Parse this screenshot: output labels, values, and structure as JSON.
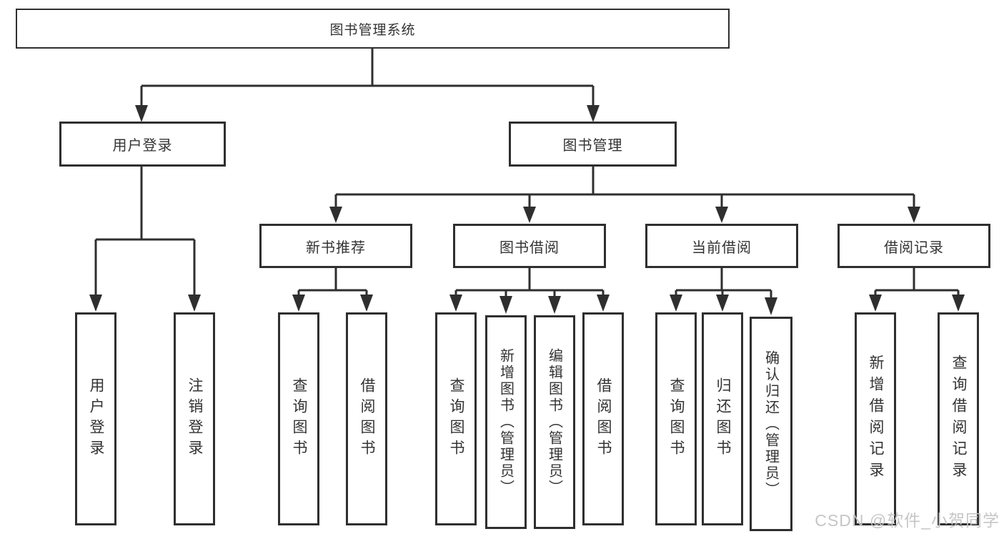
{
  "colors": {
    "line": "#2f2f2f",
    "text": "#333333",
    "watermark": "#c3c3c3",
    "background": "#ffffff"
  },
  "watermark": "CSDN @软件_小贺同学",
  "nodes": {
    "root": {
      "label": "图书管理系统"
    },
    "user_login_branch": {
      "label": "用户登录"
    },
    "book_mgmt_branch": {
      "label": "图书管理"
    },
    "new_book_rec": {
      "label": "新书推荐"
    },
    "book_borrow": {
      "label": "图书借阅"
    },
    "current_borrow": {
      "label": "当前借阅"
    },
    "borrow_record": {
      "label": "借阅记录"
    },
    "leaf_user_login": {
      "label": "用户登录"
    },
    "leaf_logout": {
      "label": "注销登录"
    },
    "leaf_rec_query": {
      "label": "查询图书"
    },
    "leaf_rec_borrow": {
      "label": "借阅图书"
    },
    "leaf_bb_query": {
      "label": "查询图书"
    },
    "leaf_bb_add": {
      "label": "新增图书（管理员）"
    },
    "leaf_bb_edit": {
      "label": "编辑图书（管理员）"
    },
    "leaf_bb_borrow": {
      "label": "借阅图书"
    },
    "leaf_cb_query": {
      "label": "查询图书"
    },
    "leaf_cb_return": {
      "label": "归还图书"
    },
    "leaf_cb_confirm": {
      "label": "确认归还（管理员）"
    },
    "leaf_br_add": {
      "label": "新增借阅记录"
    },
    "leaf_br_query": {
      "label": "查询借阅记录"
    }
  }
}
